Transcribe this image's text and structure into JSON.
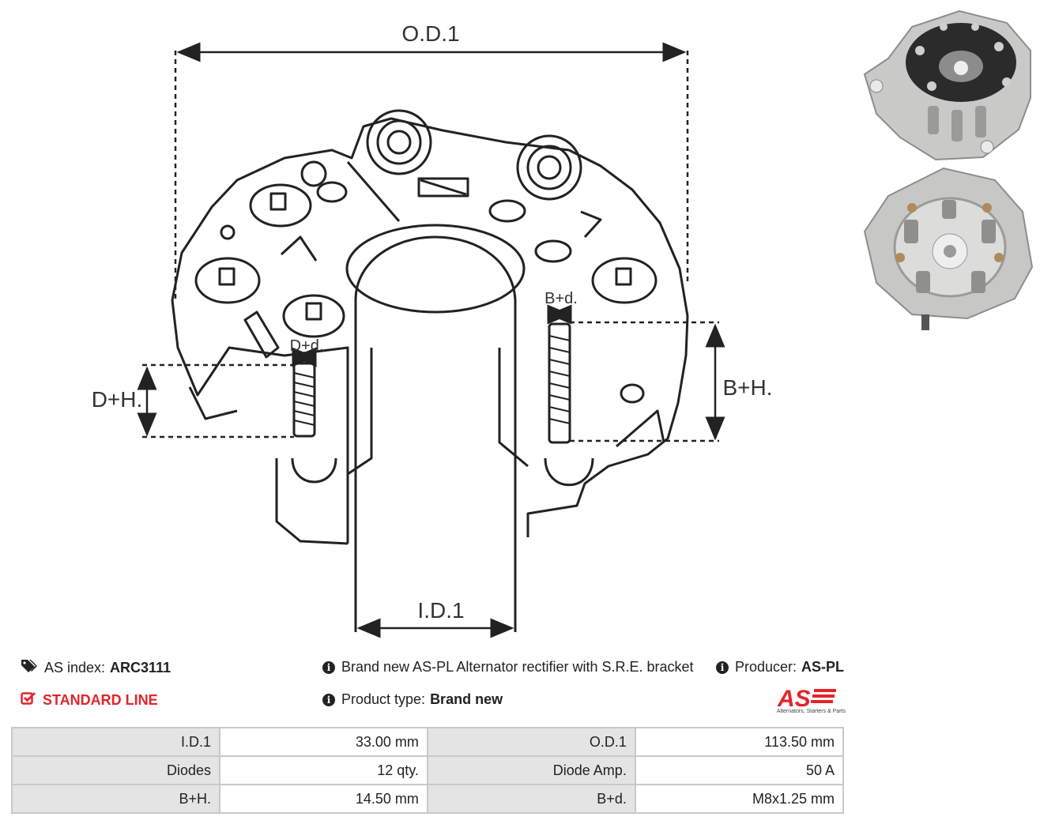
{
  "diagram": {
    "labels": {
      "od": "O.D.1",
      "id": "I.D.1",
      "dh": "D+H.",
      "bh": "B+H.",
      "dd": "D+d.",
      "bd": "B+d."
    }
  },
  "info": {
    "as_index_label": "AS index:",
    "as_index_value": "ARC3111",
    "standard_line": "STANDARD LINE",
    "description": "Brand new AS-PL Alternator rectifier with S.R.E. bracket",
    "product_type_label": "Product type:",
    "product_type_value": "Brand new",
    "producer_label": "Producer:",
    "producer_value": "AS-PL"
  },
  "logo": {
    "text": "AS",
    "tagline": "Alternators, Starters & Parts"
  },
  "specs": [
    {
      "k1": "I.D.1",
      "v1": "33.00 mm",
      "k2": "O.D.1",
      "v2": "113.50 mm"
    },
    {
      "k1": "Diodes",
      "v1": "12 qty.",
      "k2": "Diode Amp.",
      "v2": "50 A"
    },
    {
      "k1": "B+H.",
      "v1": "14.50 mm",
      "k2": "B+d.",
      "v2": "M8x1.25 mm"
    }
  ],
  "colors": {
    "brand_red": "#e3252b",
    "header_cell": "#e4e4e4",
    "border": "#c9c9c9"
  },
  "icons": [
    "tags-icon",
    "check-square-icon",
    "info-circle-icon"
  ]
}
